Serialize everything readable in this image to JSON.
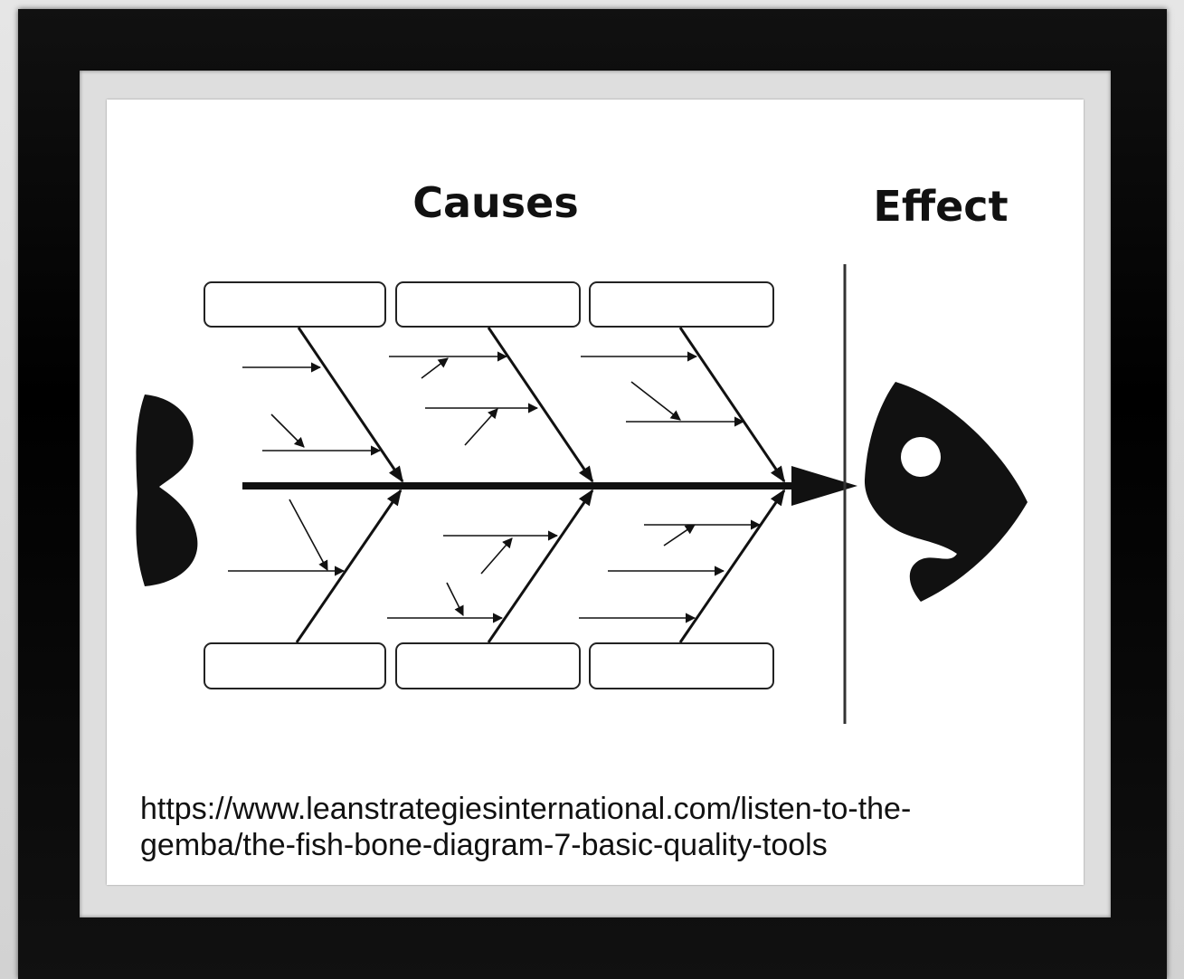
{
  "diagram": {
    "causes_heading": "Causes",
    "effect_heading": "Effect"
  },
  "caption": {
    "line1": "https://www.leanstrategiesinternational.com/listen-to-the-",
    "line2": "gemba/the-fish-bone-diagram-7-basic-quality-tools"
  }
}
